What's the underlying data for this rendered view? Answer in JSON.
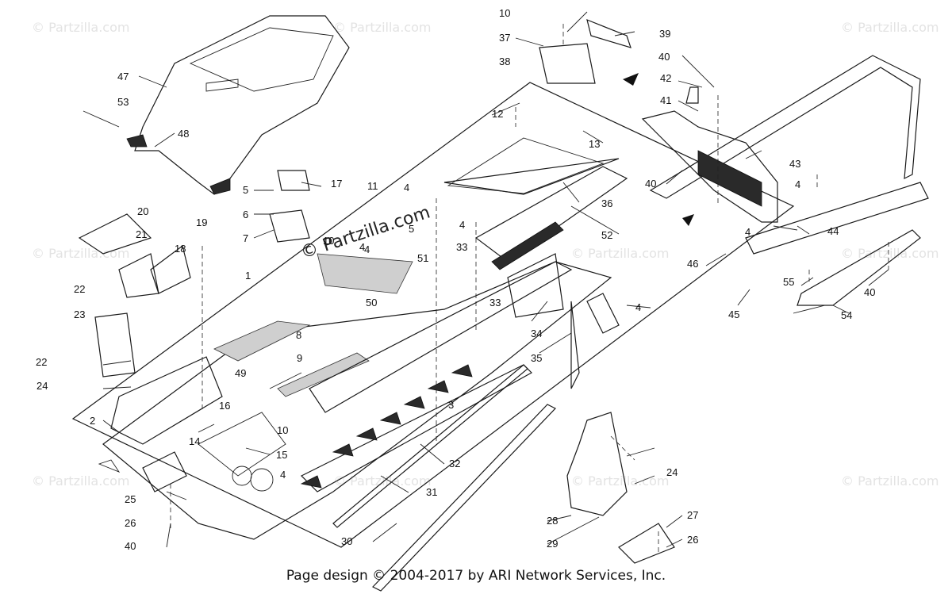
{
  "footer": {
    "text": "Page design © 2004-2017 by ARI Network Services, Inc."
  },
  "watermarks": {
    "small": "© Partzilla.com",
    "center": "© Partzilla.com"
  },
  "callouts": [
    {
      "n": "1"
    },
    {
      "n": "2"
    },
    {
      "n": "3"
    },
    {
      "n": "4"
    },
    {
      "n": "4"
    },
    {
      "n": "4"
    },
    {
      "n": "4"
    },
    {
      "n": "4"
    },
    {
      "n": "4"
    },
    {
      "n": "4"
    },
    {
      "n": "4"
    },
    {
      "n": "5"
    },
    {
      "n": "5"
    },
    {
      "n": "6"
    },
    {
      "n": "7"
    },
    {
      "n": "8"
    },
    {
      "n": "9"
    },
    {
      "n": "10"
    },
    {
      "n": "10"
    },
    {
      "n": "10"
    },
    {
      "n": "11"
    },
    {
      "n": "12"
    },
    {
      "n": "13"
    },
    {
      "n": "14"
    },
    {
      "n": "15"
    },
    {
      "n": "16"
    },
    {
      "n": "17"
    },
    {
      "n": "18"
    },
    {
      "n": "19"
    },
    {
      "n": "20"
    },
    {
      "n": "21"
    },
    {
      "n": "22"
    },
    {
      "n": "22"
    },
    {
      "n": "23"
    },
    {
      "n": "24"
    },
    {
      "n": "24"
    },
    {
      "n": "25"
    },
    {
      "n": "26"
    },
    {
      "n": "26"
    },
    {
      "n": "27"
    },
    {
      "n": "28"
    },
    {
      "n": "29"
    },
    {
      "n": "30"
    },
    {
      "n": "31"
    },
    {
      "n": "32"
    },
    {
      "n": "33"
    },
    {
      "n": "33"
    },
    {
      "n": "34"
    },
    {
      "n": "35"
    },
    {
      "n": "36"
    },
    {
      "n": "37"
    },
    {
      "n": "38"
    },
    {
      "n": "39"
    },
    {
      "n": "40"
    },
    {
      "n": "40"
    },
    {
      "n": "40"
    },
    {
      "n": "40"
    },
    {
      "n": "41"
    },
    {
      "n": "42"
    },
    {
      "n": "43"
    },
    {
      "n": "44"
    },
    {
      "n": "45"
    },
    {
      "n": "46"
    },
    {
      "n": "47"
    },
    {
      "n": "48"
    },
    {
      "n": "49"
    },
    {
      "n": "50"
    },
    {
      "n": "51"
    },
    {
      "n": "52"
    },
    {
      "n": "53"
    },
    {
      "n": "54"
    },
    {
      "n": "55"
    }
  ],
  "colors": {
    "line": "#1a1a1a",
    "watermark": "#e3e3e3",
    "background": "#ffffff"
  }
}
